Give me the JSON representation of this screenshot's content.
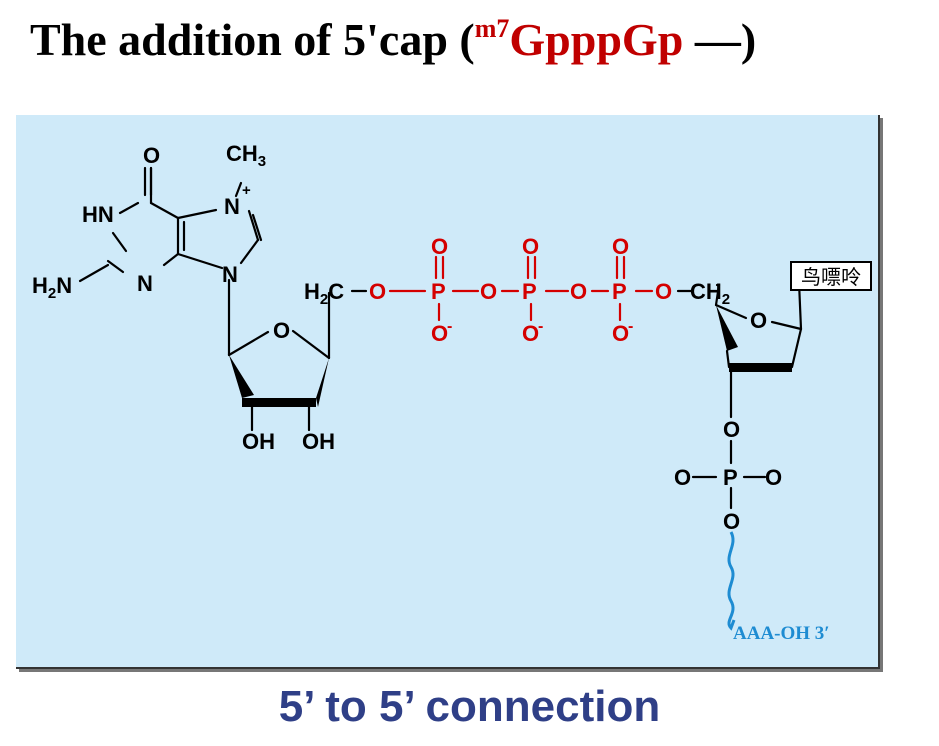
{
  "title": {
    "prefix": "The addition of 5'cap (",
    "superscript": "m7",
    "formula": "GpppGp",
    "suffix": " —)"
  },
  "caption": "5’ to 5’ connection",
  "colors": {
    "panel_background": "#cfeaf9",
    "formula_red": "#c00000",
    "phosphate_red": "#d40000",
    "tail_blue": "#1e8cd2",
    "caption_navy": "#2f3f87"
  },
  "molecule": {
    "methyl": "CH",
    "methyl_sub": "3",
    "charge": "+",
    "amino_label": "H",
    "amino_sub": "2",
    "amino_n": "N",
    "ring_atoms": {
      "carbonyl_o": "O",
      "nh": "HN",
      "n3": "N",
      "n7": "N",
      "n9": "N",
      "ribose_o": "O"
    },
    "hydroxyls": [
      "OH",
      "OH"
    ],
    "h2c_label": "H",
    "h2c_sub": "2",
    "h2c_c": "C",
    "ch2_label": "CH",
    "ch2_sub": "2",
    "bridge_o": "O",
    "phosphorus": "P",
    "oxo": "O",
    "oxide": "O",
    "minus": "-",
    "guanine_box_label": "鸟嘌呤",
    "second_ribose_o": "O",
    "lower_phosphate": {
      "o_top": "O",
      "o_left": "O",
      "p": "P",
      "o_right": "O",
      "o_bottom": "O"
    },
    "tail_label": "AAA-OH 3′"
  }
}
